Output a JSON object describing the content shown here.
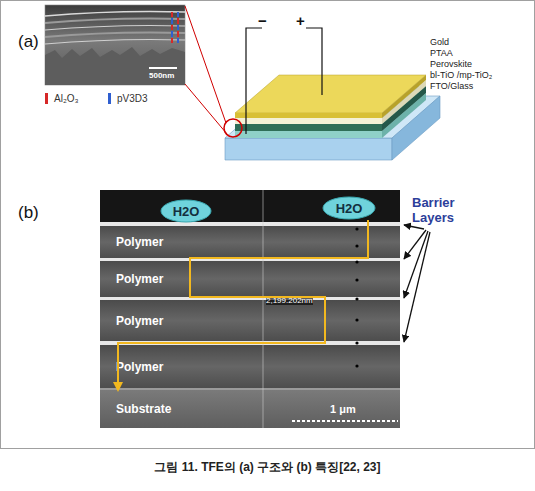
{
  "diagram": {
    "caption": "그림 11. TFE의 (a) 구조와 (b) 특징[22, 23]",
    "nodes": [
      {
        "text": [
          "H2O"
        ]
      },
      {
        "text": [
          "H2O"
        ]
      },
      {
        "text": [
          "Polymer"
        ]
      },
      {
        "text": [
          "Polymer"
        ]
      },
      {
        "text": [
          "Polymer"
        ]
      },
      {
        "text": [
          "Polymer"
        ]
      },
      {
        "text": [
          "Substrate"
        ]
      }
    ],
    "edges": [
      {
        "from": 1,
        "to": 6,
        "arrow": "to"
      }
    ],
    "labels": [
      "(a)",
      "500nm",
      "−",
      "+",
      "Gold",
      "PTAA",
      "Perovskite",
      "bl-TiO /mp-TiO₂",
      "FTO/Glass",
      "(b)",
      "Barrier Layers",
      "2,199.202nm",
      "1 μm"
    ],
    "legend": [
      {
        "text": "Al₂O₃",
        "color": "#d62828"
      },
      {
        "text": "pV3D3",
        "color": "#2f5fd0"
      }
    ]
  }
}
